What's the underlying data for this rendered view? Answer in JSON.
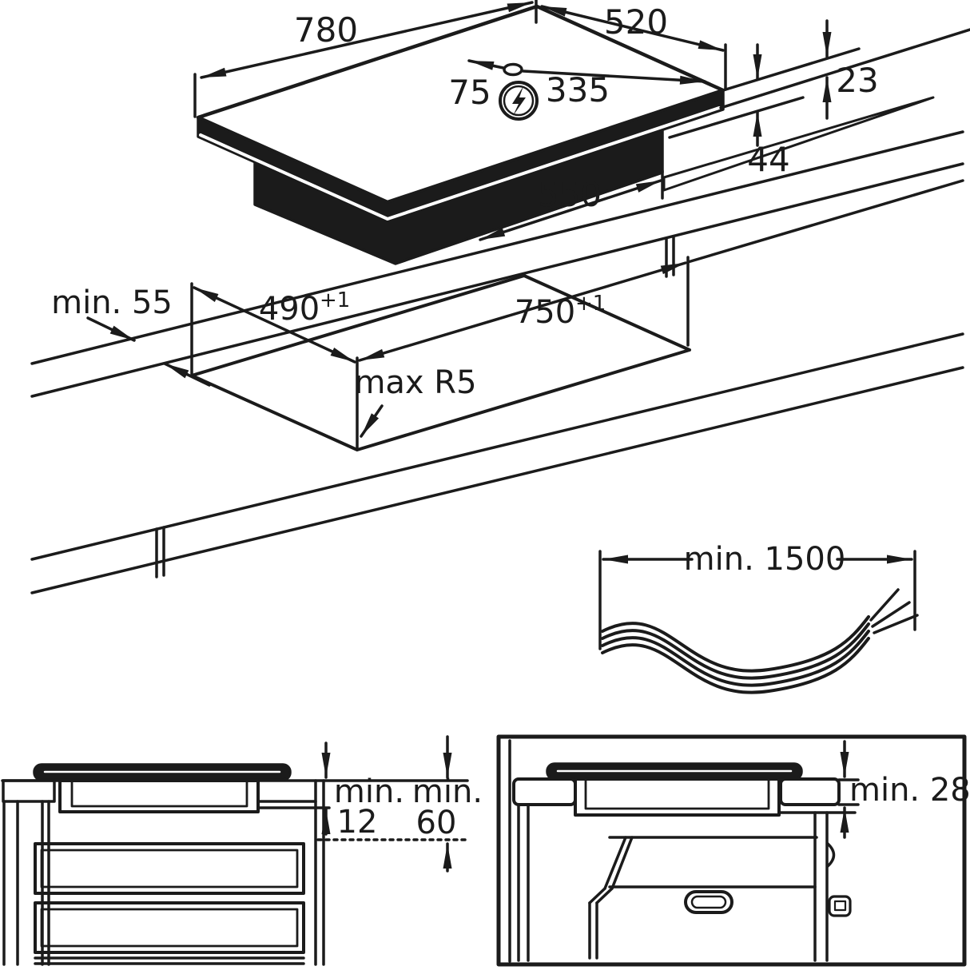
{
  "diagram": {
    "kind": "hob-installation-dimension-drawing",
    "colors": {
      "line": "#1b1b1b",
      "background": "#ffffff"
    },
    "icons": {
      "connection_point": "lightning-bolt-icon"
    },
    "hob": {
      "width": "780",
      "depth": "520",
      "conn_left": "75",
      "conn_right": "335",
      "rim_height": "23",
      "body_height": "44",
      "body_width": "550"
    },
    "cutout": {
      "front_distance": "min. 55",
      "depth": "490",
      "depth_tol": "+1",
      "width": "750",
      "width_tol": "+1",
      "radius": "max R5"
    },
    "cable": {
      "length": "min. 1500"
    },
    "drawer": {
      "min_prefix_1": "min.",
      "gap_value": "12",
      "min_prefix_2": "min.",
      "clearance_value": "60"
    },
    "oven": {
      "clearance": "min. 28"
    }
  }
}
